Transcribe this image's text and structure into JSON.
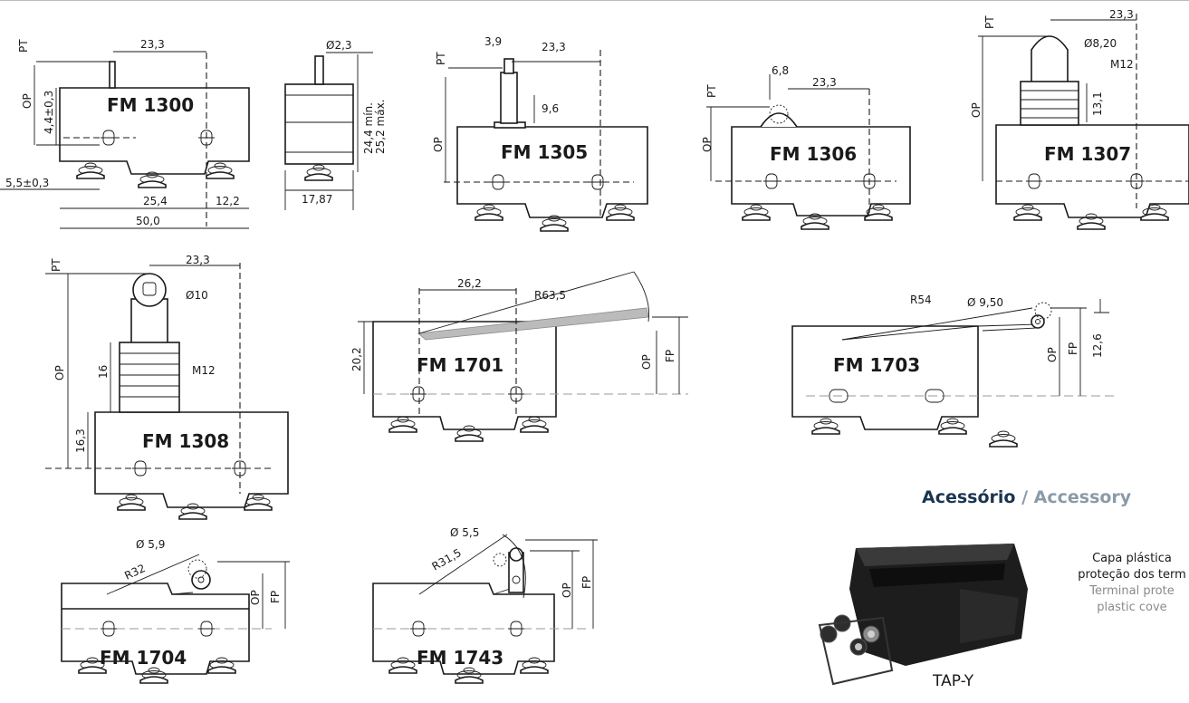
{
  "models": {
    "fm1300": {
      "title": "FM 1300",
      "pt": "PT",
      "op": "OP",
      "d_top": "23,3",
      "d_op": "4,4±0,3",
      "d_left": "5,5±0,3",
      "d_mid": "25,4",
      "d_right": "12,2",
      "d_total": "50,0"
    },
    "side": {
      "d_pin": "Ø2,3",
      "d_min": "24,4 mín.",
      "d_max": "25,2 máx.",
      "d_width": "17,87"
    },
    "fm1305": {
      "title": "FM 1305",
      "pt": "PT",
      "op": "OP",
      "d_a": "3,9",
      "d_b": "23,3",
      "d_c": "9,6"
    },
    "fm1306": {
      "title": "FM 1306",
      "pt": "PT",
      "op": "OP",
      "d_a": "6,8",
      "d_b": "23,3"
    },
    "fm1307": {
      "title": "FM 1307",
      "pt": "PT",
      "op": "OP",
      "d_a": "23,3",
      "d_b": "Ø8,20",
      "d_c": "M12",
      "d_d": "13,1"
    },
    "fm1308": {
      "title": "FM 1308",
      "pt": "PT",
      "op": "OP",
      "d_a": "23,3",
      "d_b": "Ø10",
      "d_c": "16",
      "d_d": "M12",
      "d_e": "16,3"
    },
    "fm1701": {
      "title": "FM  1701",
      "d_a": "26,2",
      "d_b": "R63,5",
      "d_c": "20,2",
      "op": "OP",
      "fp": "FP"
    },
    "fm1703": {
      "title": "FM  1703",
      "d_a": "R54",
      "d_b": "Ø 9,50",
      "op": "OP",
      "fp": "FP",
      "d_c": "12,6"
    },
    "fm1704": {
      "title": "FM  1704",
      "d_a": "Ø 5,9",
      "d_b": "R32",
      "op": "OP",
      "fp": "FP"
    },
    "fm1743": {
      "title": "FM  1743",
      "d_a": "Ø 5,5",
      "d_b": "R31,5",
      "op": "OP",
      "fp": "FP"
    }
  },
  "accessory": {
    "heading_pt": "Acessório",
    "heading_sep": " / ",
    "heading_en": "Accessory",
    "desc_pt_1": "Capa plástica",
    "desc_pt_2": "proteção dos term",
    "desc_en_1": "Terminal prote",
    "desc_en_2": "plastic cove",
    "product": "TAP-Y"
  }
}
